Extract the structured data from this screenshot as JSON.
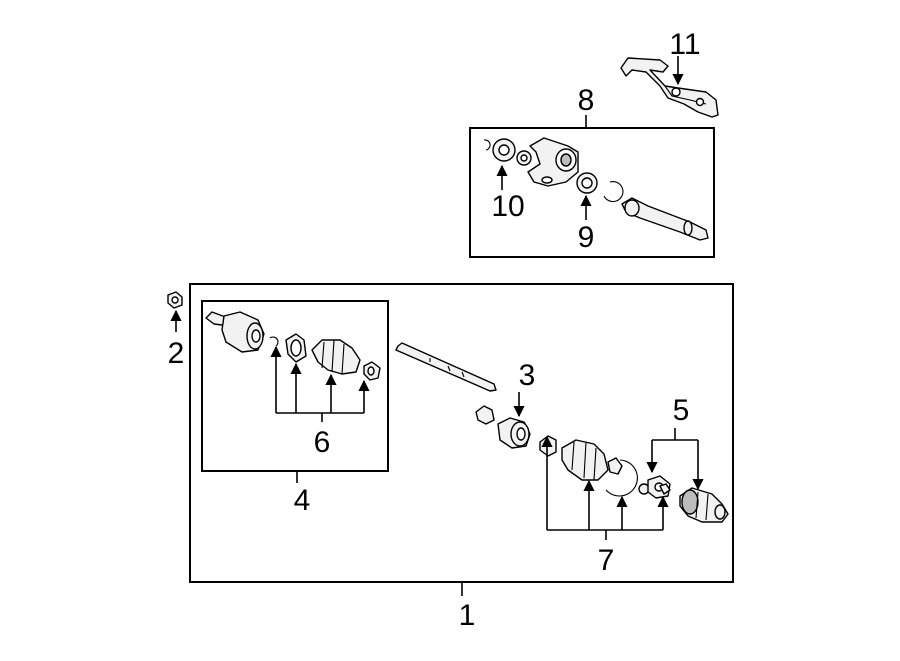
{
  "diagram": {
    "callouts": {
      "c1": "1",
      "c2": "2",
      "c3": "3",
      "c4": "4",
      "c5": "5",
      "c6": "6",
      "c7": "7",
      "c8": "8",
      "c9": "9",
      "c10": "10",
      "c11": "11"
    }
  },
  "colors": {
    "line": "#000000",
    "background": "#ffffff",
    "part_fill": "#f2f2f2",
    "part_shade": "#bdbdbd"
  }
}
